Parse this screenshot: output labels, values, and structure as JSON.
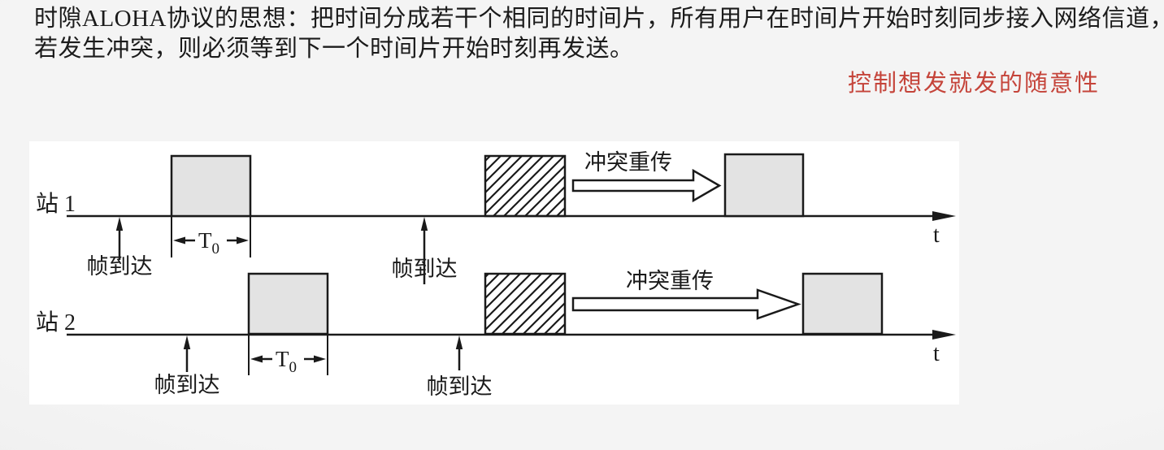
{
  "intro": {
    "line1": "时隙ALOHA协议的思想：把时间分成若干个相同的时间片，所有用户在时间片开始时刻同步接入网络信道，",
    "line2": "若发生冲突，则必须等到下一个时间片开始时刻再发送。",
    "annotation": "控制想发就发的随意性"
  },
  "colors": {
    "annotation_red": "#c5443a",
    "ink": "#1a1a1a",
    "frame_fill": "#e3e3e3",
    "panel_background": "#ffffff"
  },
  "diagram": {
    "stations": [
      {
        "label": "站 1",
        "arrivals": [
          "帧到达",
          "帧到达"
        ],
        "slot": {
          "symbol": "T",
          "subscript": "0"
        },
        "retry_label": "冲突重传",
        "axis_label": "t"
      },
      {
        "label": "站 2",
        "arrivals": [
          "帧到达",
          "帧到达"
        ],
        "slot": {
          "symbol": "T",
          "subscript": "0"
        },
        "retry_label": "冲突重传",
        "axis_label": "t"
      }
    ]
  }
}
